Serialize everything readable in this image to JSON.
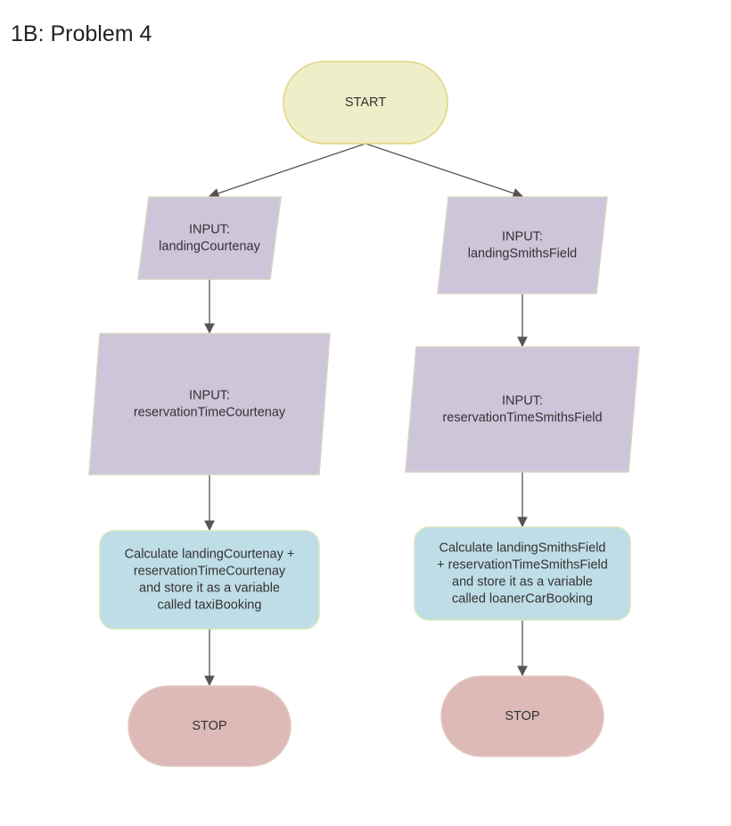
{
  "title": "1B: Problem 4",
  "colors": {
    "terminal_start_fill": "#eeeec8",
    "terminal_start_stroke": "#e3d37e",
    "io_fill": "#cdc5da",
    "io_stroke": "#d8d2c2",
    "process_fill": "#bfdde6",
    "process_stroke": "#d6e6bf",
    "terminal_stop_fill": "#ddb9b8",
    "terminal_stop_stroke": "#e3c9bd",
    "arrow": "#555555"
  },
  "nodes": {
    "start": {
      "type": "terminal",
      "lines": [
        "START"
      ]
    },
    "left_input_1": {
      "type": "input",
      "lines": [
        "INPUT:",
        "landingCourtenay"
      ]
    },
    "left_input_2": {
      "type": "input",
      "lines": [
        "INPUT:",
        "reservationTimeCourtenay"
      ]
    },
    "left_process": {
      "type": "process",
      "lines": [
        "Calculate landingCourtenay +",
        "reservationTimeCourtenay",
        "and store it as a variable",
        "called taxiBooking"
      ]
    },
    "left_stop": {
      "type": "terminal",
      "lines": [
        "STOP"
      ]
    },
    "right_input_1": {
      "type": "input",
      "lines": [
        "INPUT:",
        "landingSmithsField"
      ]
    },
    "right_input_2": {
      "type": "input",
      "lines": [
        "INPUT:",
        "reservationTimeSmithsField"
      ]
    },
    "right_process": {
      "type": "process",
      "lines": [
        "Calculate landingSmithsField",
        "+ reservationTimeSmithsField",
        "and store it as a variable",
        "called loanerCarBooking"
      ]
    },
    "right_stop": {
      "type": "terminal",
      "lines": [
        "STOP"
      ]
    }
  },
  "edges": [
    [
      "start",
      "left_input_1"
    ],
    [
      "start",
      "right_input_1"
    ],
    [
      "left_input_1",
      "left_input_2"
    ],
    [
      "left_input_2",
      "left_process"
    ],
    [
      "left_process",
      "left_stop"
    ],
    [
      "right_input_1",
      "right_input_2"
    ],
    [
      "right_input_2",
      "right_process"
    ],
    [
      "right_process",
      "right_stop"
    ]
  ]
}
